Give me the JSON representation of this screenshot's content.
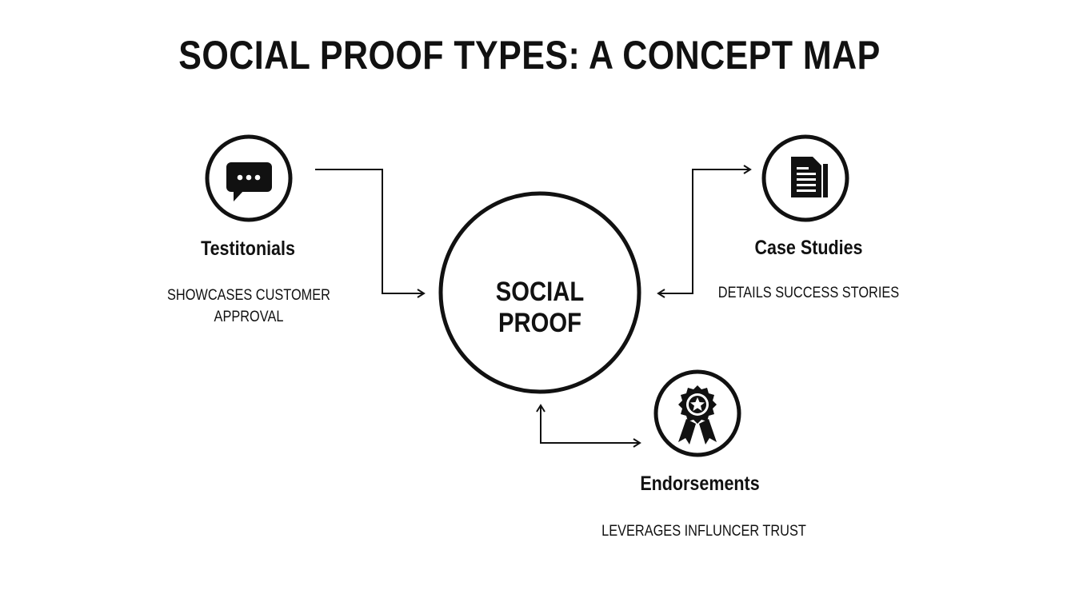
{
  "title": "SOCIAL PROOF TYPES: A CONCEPT MAP",
  "hub": {
    "label": "SOCIAL PROOF"
  },
  "nodes": [
    {
      "id": "testimonials",
      "icon": "speech-bubble-icon",
      "label": "Testitonials",
      "description": "SHOWCASES CUSTOMER APPROVAL"
    },
    {
      "id": "case-studies",
      "icon": "document-icon",
      "label": "Case Studies",
      "description": "DETAILS SUCCESS STORIES"
    },
    {
      "id": "endorsements",
      "icon": "award-badge-icon",
      "label": "Endorsements",
      "description": "LEVERAGES INFLUNCER TRUST"
    }
  ],
  "colors": {
    "stroke": "#111111",
    "background": "#ffffff"
  }
}
